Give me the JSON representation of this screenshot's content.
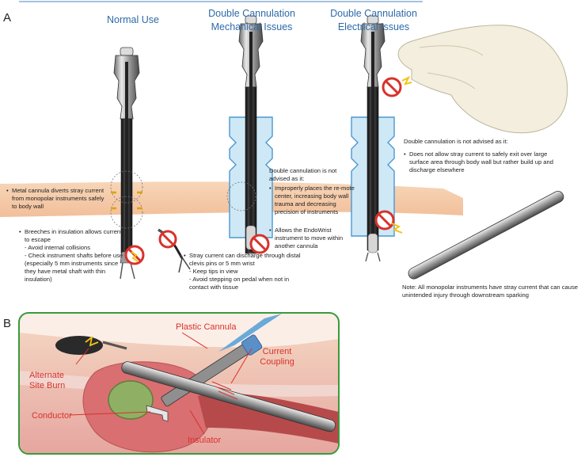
{
  "panels": {
    "a_letter": "A",
    "b_letter": "B"
  },
  "headings": {
    "normal_use": "Normal Use",
    "mechanical_line1": "Double Cannulation",
    "mechanical_line2": "Mechanical Issues",
    "electrical_line1": "Double Cannulation",
    "electrical_line2": "Electrical Issues"
  },
  "notes": {
    "metal_cannula": "Metal cannula diverts stray current from monopolar instruments safely to body wall",
    "breeches": "Breeches in insulation allows current to escape",
    "breeches_sub1": "- Avoid internal collisions",
    "breeches_sub2": "- Check instrument shafts before use (especially 5 mm instruments since they have metal shaft with thin insulation)",
    "stray_current": "Stray current can discharge through distal clevis pins or 5 mm wrist",
    "stray_sub1": "- Keep tips in view",
    "stray_sub2": "- Avoid stepping on pedal when not in contact with tissue",
    "mech_title": "Double cannulation is not advised as it:",
    "mech_point1": "Improperly places the re-mote center, increasing body wall trauma and decreasing precision of instruments",
    "mech_point2": "Allows the EndoWrist instrument to move within another cannula",
    "elec_title": "Double cannulation is not advised as it:",
    "elec_point1": "Does not allow stray current to safely exit over large surface area through body wall but rather build up and discharge elsewhere",
    "footnote": "Note: All monopolar instruments have stray current that can cause unintended injury through downstream sparking"
  },
  "labels_b": {
    "plastic_cannula": "Plastic Cannula",
    "current": "Current",
    "coupling": "Coupling",
    "alternate": "Alternate",
    "site_burn": "Site Burn",
    "conductor": "Conductor",
    "insulator": "Insulator"
  },
  "colors": {
    "heading_blue": "#2d6aa8",
    "label_red": "#d8322b",
    "tissue": "#f6cfae",
    "cannula_blue": "#bfe0f3",
    "panel_border": "#3a9a3a",
    "warning_red": "#d8322b",
    "spark_yellow": "#f3c316"
  }
}
